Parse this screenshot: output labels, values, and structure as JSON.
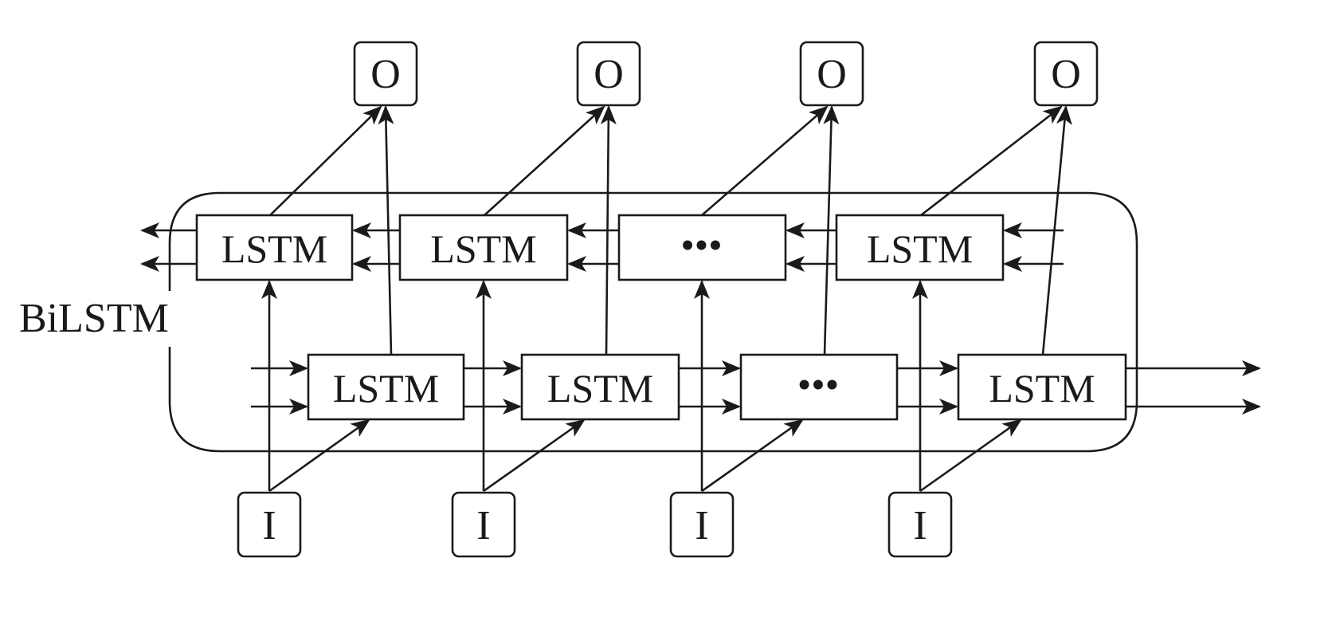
{
  "diagram": {
    "title": "BiLSTM",
    "container_label": "BiLSTM",
    "stroke_color": "#1a1a1a",
    "background_color": "#ffffff",
    "outputs": [
      {
        "label": "O"
      },
      {
        "label": "O"
      },
      {
        "label": "O"
      },
      {
        "label": "O"
      }
    ],
    "inputs": [
      {
        "label": "I"
      },
      {
        "label": "I"
      },
      {
        "label": "I"
      },
      {
        "label": "I"
      }
    ],
    "backward_layer": {
      "direction": "right-to-left",
      "cells": [
        {
          "label": "LSTM"
        },
        {
          "label": "LSTM"
        },
        {
          "label": "•••"
        },
        {
          "label": "LSTM"
        }
      ]
    },
    "forward_layer": {
      "direction": "left-to-right",
      "cells": [
        {
          "label": "LSTM"
        },
        {
          "label": "LSTM"
        },
        {
          "label": "•••"
        },
        {
          "label": "LSTM"
        }
      ]
    },
    "edges": [
      "input-to-backward-cell (vertical)",
      "input-to-forward-cell (diagonal)",
      "backward-cell-to-output (diagonal)",
      "forward-cell-to-output (near-vertical)",
      "backward-recurrent (two arrows, leftward)",
      "forward-recurrent (two arrows, rightward)"
    ]
  }
}
